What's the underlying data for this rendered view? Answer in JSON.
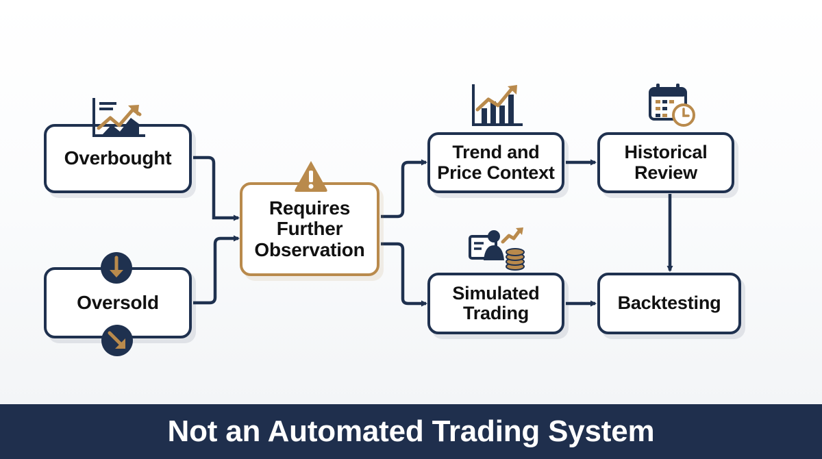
{
  "nodes": {
    "overbought": {
      "label": "Overbought"
    },
    "oversold": {
      "label": "Oversold"
    },
    "requires": {
      "label": "Requires\nFurther\nObservation"
    },
    "trend": {
      "label": "Trend and\nPrice Context"
    },
    "historical": {
      "label": "Historical\nReview"
    },
    "simulated": {
      "label": "Simulated\nTrading"
    },
    "backtesting": {
      "label": "Backtesting"
    }
  },
  "icons": {
    "overbought": "rising-chart-icon",
    "oversold_top": "down-arrow-icon",
    "oversold_bottom": "diagonal-down-arrow-icon",
    "requires": "warning-icon",
    "trend": "bar-chart-icon",
    "historical": "calendar-clock-icon",
    "simulated": "trader-icon"
  },
  "colors": {
    "navy": "#1f314f",
    "gold": "#b98a4c",
    "banner": "#1f2f4d"
  },
  "footer": {
    "text": "Not an Automated Trading System"
  }
}
